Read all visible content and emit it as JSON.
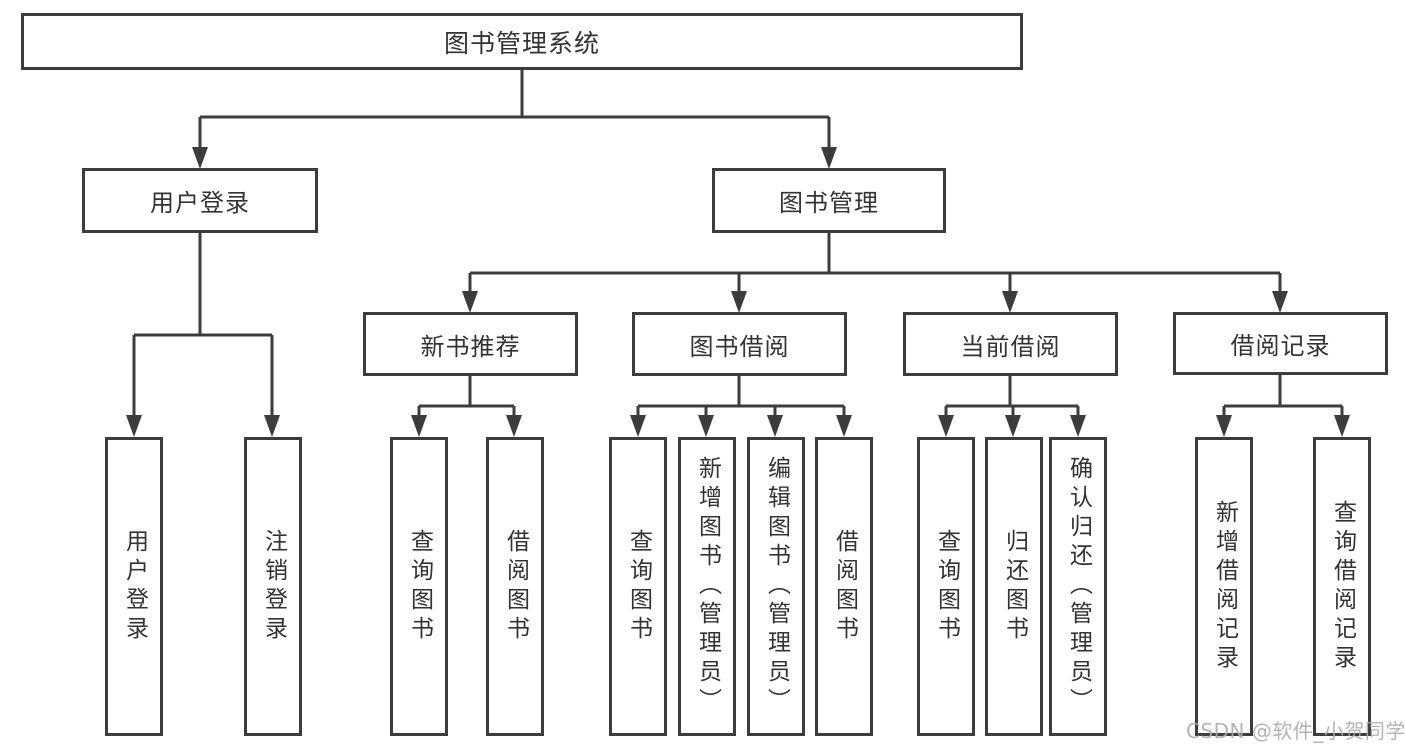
{
  "diagram": {
    "title": "图书管理系统",
    "tree": {
      "label": "图书管理系统",
      "children": [
        {
          "label": "用户登录",
          "children": [
            {
              "label": "用户登录"
            },
            {
              "label": "注销登录"
            }
          ]
        },
        {
          "label": "图书管理",
          "children": [
            {
              "label": "新书推荐",
              "children": [
                {
                  "label": "查询图书"
                },
                {
                  "label": "借阅图书"
                }
              ]
            },
            {
              "label": "图书借阅",
              "children": [
                {
                  "label": "查询图书"
                },
                {
                  "label": "新增图书（管理员）"
                },
                {
                  "label": "编辑图书（管理员）"
                },
                {
                  "label": "借阅图书"
                }
              ]
            },
            {
              "label": "当前借阅",
              "children": [
                {
                  "label": "查询图书"
                },
                {
                  "label": "归还图书"
                },
                {
                  "label": "确认归还（管理员）"
                }
              ]
            },
            {
              "label": "借阅记录",
              "children": [
                {
                  "label": "新增借阅记录"
                },
                {
                  "label": "查询借阅记录"
                }
              ]
            }
          ]
        }
      ]
    }
  },
  "watermark": {
    "text": "CSDN @软件_小贺同学"
  },
  "colors": {
    "line": "#3c3c3c",
    "text": "#333333",
    "watermark": "#ababab",
    "background": "#ffffff"
  }
}
